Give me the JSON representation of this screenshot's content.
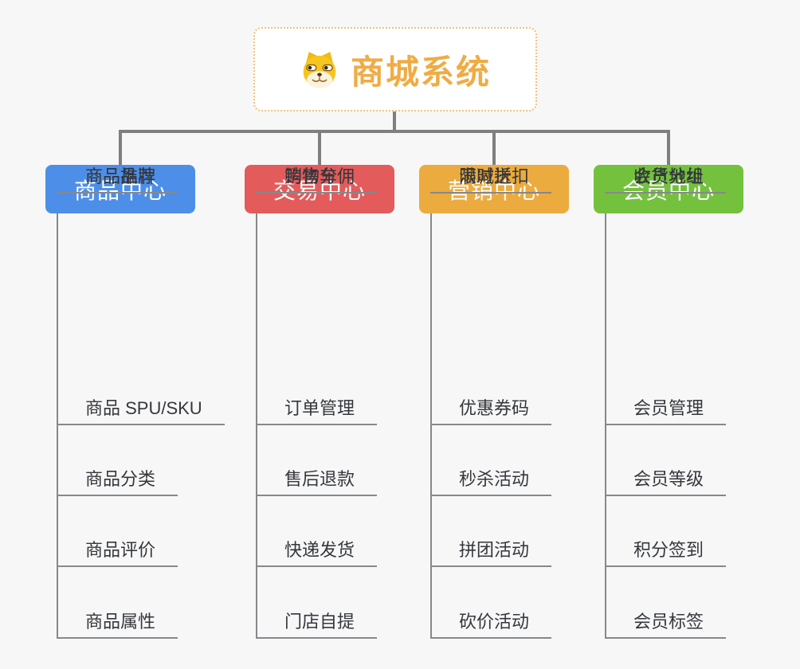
{
  "root": {
    "title": "商城系统",
    "icon": "shiba-dog-icon"
  },
  "branches": [
    {
      "label": "商品中心",
      "color": "#4d8fe8",
      "children": [
        "商品 SPU/SKU",
        "商品分类",
        "商品评价",
        "商品属性",
        "商品推荐",
        "商品品牌"
      ]
    },
    {
      "label": "交易中心",
      "color": "#e45b5b",
      "children": [
        "订单管理",
        "售后退款",
        "快递发货",
        "门店自提",
        "购物车",
        "销售分佣"
      ]
    },
    {
      "label": "营销中心",
      "color": "#ecab3e",
      "children": [
        "优惠券码",
        "秒杀活动",
        "拼团活动",
        "砍价活动",
        "限时折扣",
        "满减送"
      ]
    },
    {
      "label": "会员中心",
      "color": "#74c13e",
      "children": [
        "会员管理",
        "会员等级",
        "积分签到",
        "会员标签",
        "会员分组",
        "收货地址"
      ]
    }
  ],
  "colors": {
    "background": "#f7f7f7",
    "root_text": "#efac45",
    "root_border": "#f2c175",
    "connector": "#7f7f7f",
    "branch_line": "#86888b",
    "child_text": "#34373c"
  }
}
